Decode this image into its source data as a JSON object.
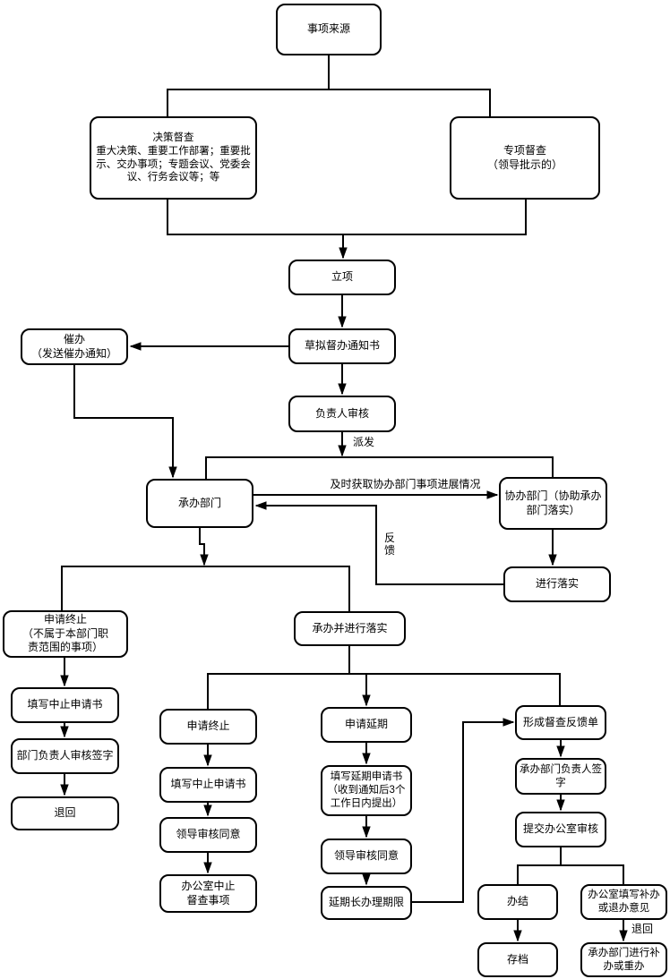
{
  "nodes": {
    "source": "事项来源",
    "decision": "决策督查\n重大决策、重要工作部署；重要批\n示、交办事项；专题会议、党委会\n议、行务会议等；等",
    "special": "专项督查\n（领导批示的）",
    "initiate": "立项",
    "draft_notice": "草拟督办通知书",
    "urge": "催办\n（发送催办通知）",
    "responsible_review": "负责人审核",
    "undertaking_dept": "承办部门",
    "assisting_dept": "协办部门（协助承办\n部门落实）",
    "implement": "进行落实",
    "terminate_left": "申请终止\n（不属于本部门职\n责范围的事项）",
    "undertake_implement": "承办并进行落实",
    "fill_stop_form_1": "填写中止申请书",
    "dept_head_sign": "部门负责人审核签字",
    "return_left": "退回",
    "apply_terminate": "申请终止",
    "fill_stop_form_2": "填写中止申请书",
    "leader_approve_stop": "领导审核同意",
    "office_stop": "办公室中止\n督查事项",
    "apply_delay": "申请延期",
    "fill_delay_form": "填写延期申请书\n（收到通知后3个\n工作日内提出）",
    "leader_approve_delay": "领导审核同意",
    "extend_deadline": "延期长办理期限",
    "feedback_form": "形成督查反馈单",
    "undertake_head_sign": "承办部门负责人签\n字",
    "submit_office_review": "提交办公室审核",
    "close_case": "办结",
    "office_fill_opinion": "办公室填写补办\n或退办意见",
    "archive": "存档",
    "redo": "承办部门进行补\n办或重办"
  },
  "labels": {
    "dispatch": "派发",
    "progress": "及时获取协办部门事项进展情况",
    "feedback": "反\n馈",
    "return_note": "退回"
  }
}
